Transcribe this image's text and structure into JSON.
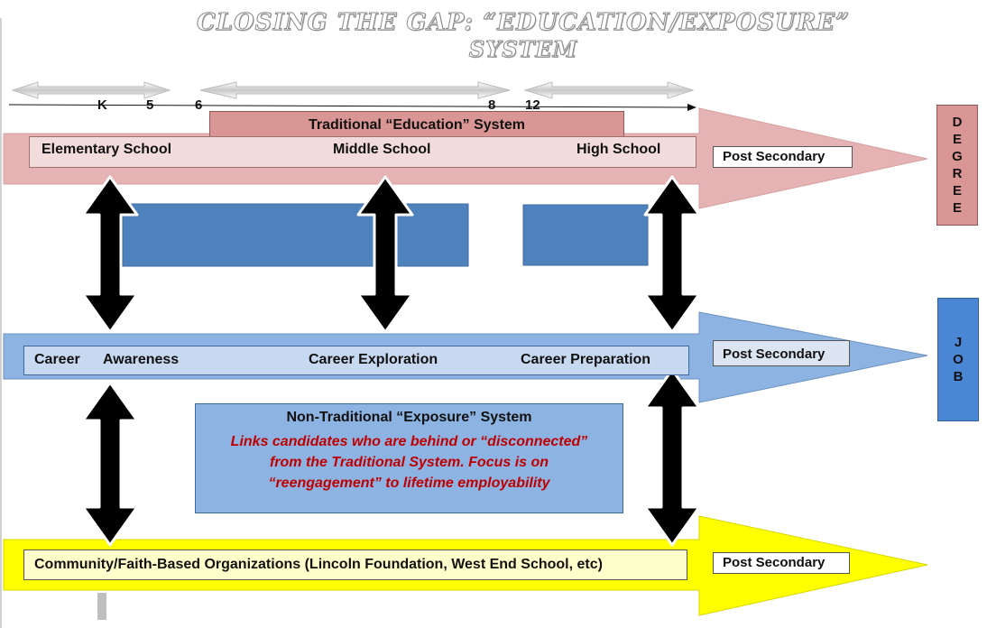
{
  "title": {
    "line1": "CLOSING THE GAP: “EDUCATION/EXPOSURE”",
    "line2": "SYSTEM"
  },
  "timeline": {
    "ticks": [
      "K",
      "5",
      "6",
      "8",
      "12"
    ]
  },
  "traditional": {
    "header": "Traditional “Education” System",
    "stages": [
      "Elementary School",
      "Middle School",
      "High School"
    ],
    "post_secondary": "Post Secondary",
    "outcome_letters": [
      "D",
      "E",
      "G",
      "R",
      "E",
      "E"
    ]
  },
  "career": {
    "stages": [
      "Career",
      "Awareness",
      "Career Exploration",
      "Career Preparation"
    ],
    "post_secondary": "Post Secondary",
    "outcome_letters": [
      "J",
      "O",
      "B"
    ]
  },
  "non_traditional": {
    "title": "Non-Traditional “Exposure” System",
    "description_lines": [
      "Links candidates who are behind or “disconnected”",
      "from the Traditional System. Focus is on",
      "“reengagement” to lifetime employability"
    ]
  },
  "community": {
    "label": "Community/Faith-Based Organizations (Lincoln Foundation, West End School, etc)",
    "post_secondary": "Post Secondary"
  },
  "colors": {
    "pink_arrow": "#e6b3b4",
    "pink_header": "#d99694",
    "pink_light": "#f2dcdb",
    "blue_arrow": "#8db3e2",
    "blue_light": "#c6d9f1",
    "blue_box": "#4f81bd",
    "yellow_arrow": "#ffff00",
    "red_text": "#c00000"
  }
}
